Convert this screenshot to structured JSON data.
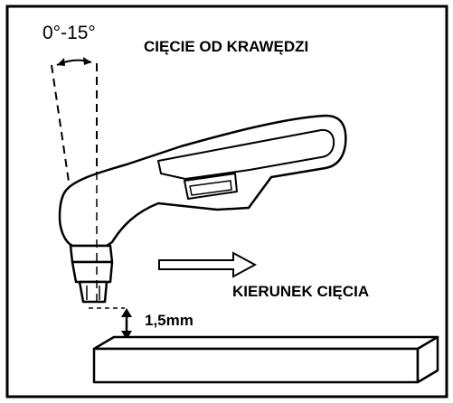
{
  "labels": {
    "angle": "0°-15°",
    "title": "CIĘCIE OD KRAWĘDZI",
    "direction": "KIERUNEK CIĘCIA",
    "gap": "1,5mm"
  },
  "colors": {
    "line": "#000000",
    "background": "#ffffff"
  }
}
